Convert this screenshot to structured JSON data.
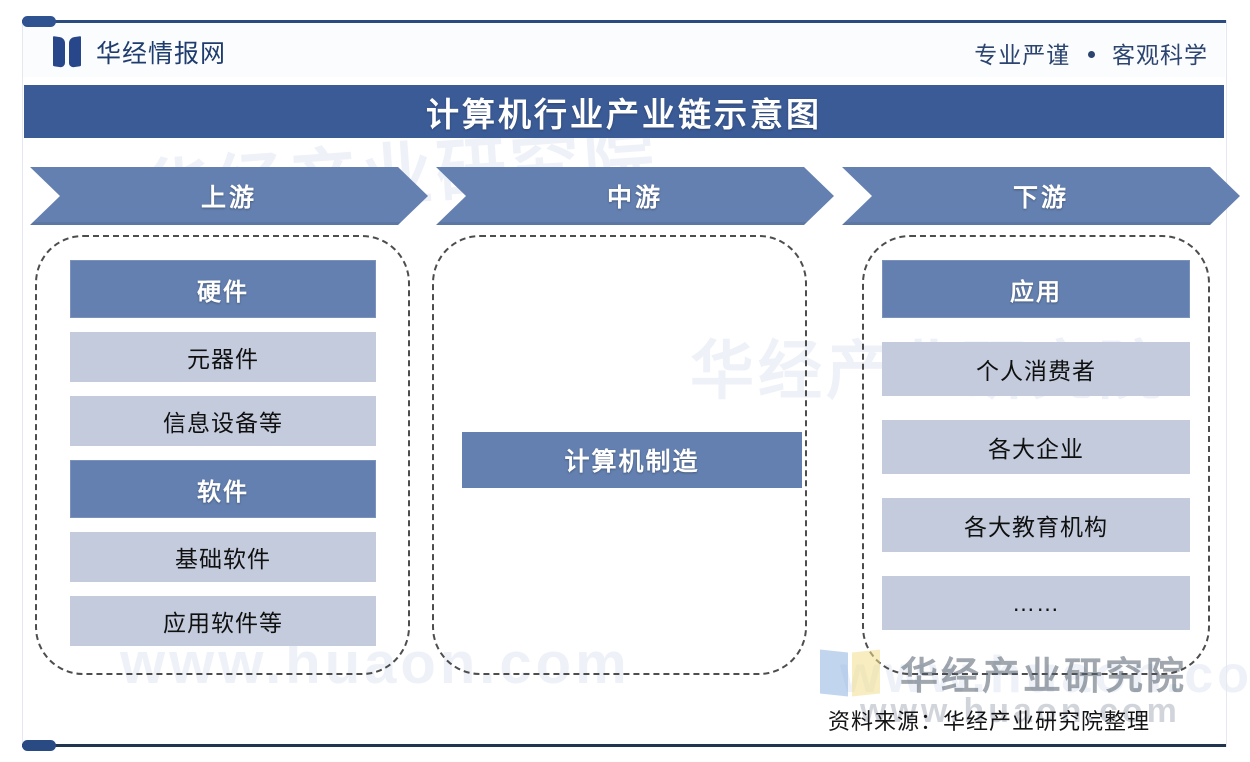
{
  "header": {
    "brand_name": "华经情报网",
    "tagline_left": "专业严谨",
    "tagline_right": "客观科学",
    "logo_icon": "book-logo-icon"
  },
  "title": "计算机行业产业链示意图",
  "stages": [
    {
      "label": "上游"
    },
    {
      "label": "中游"
    },
    {
      "label": "下游"
    }
  ],
  "upstream": {
    "groups": [
      {
        "header": "硬件",
        "items": [
          "元器件",
          "信息设备等"
        ]
      },
      {
        "header": "软件",
        "items": [
          "基础软件",
          "应用软件等"
        ]
      }
    ]
  },
  "midstream": {
    "box": "计算机制造"
  },
  "downstream": {
    "header": "应用",
    "items": [
      "个人消费者",
      "各大企业",
      "各大教育机构",
      "……"
    ]
  },
  "footer": {
    "source": "资料来源：华经产业研究院整理"
  },
  "watermark": {
    "name": "华经产业研究院",
    "url": "www.huaon.com",
    "bg_text_1": "华经产业研究院",
    "bg_text_2": "华经产业研究院",
    "bg_text_3": "www.huaon.com",
    "bg_text_4": "www.huaon.com"
  },
  "colors": {
    "title_band": "#3b5b96",
    "chevron": "#6480b0",
    "box_header": "#6480b0",
    "box_item": "#c3cbdd",
    "brand_text": "#1f3c6e",
    "dashed_border": "#4d4d4d"
  }
}
